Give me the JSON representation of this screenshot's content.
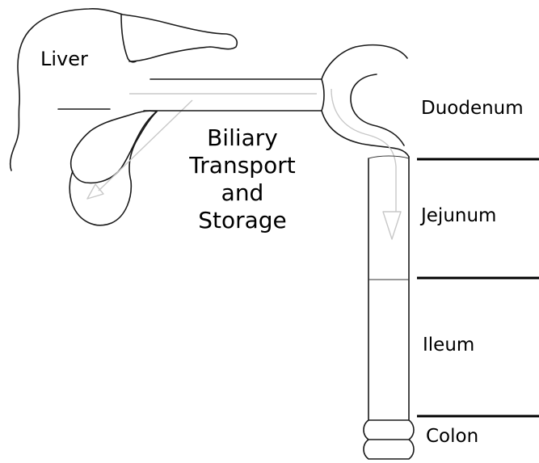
{
  "labels": {
    "liver": "Liver",
    "biliary_line1": "Biliary",
    "biliary_line2": "Transport",
    "biliary_line3": "and",
    "biliary_line4": "Storage",
    "duodenum": "Duodenum",
    "jejunum": "Jejunum",
    "ileum": "Ileum",
    "colon": "Colon"
  },
  "colors": {
    "outline": "#1a1a1a",
    "divider": "#000000",
    "flow_arrow": "#c8c8c8"
  }
}
